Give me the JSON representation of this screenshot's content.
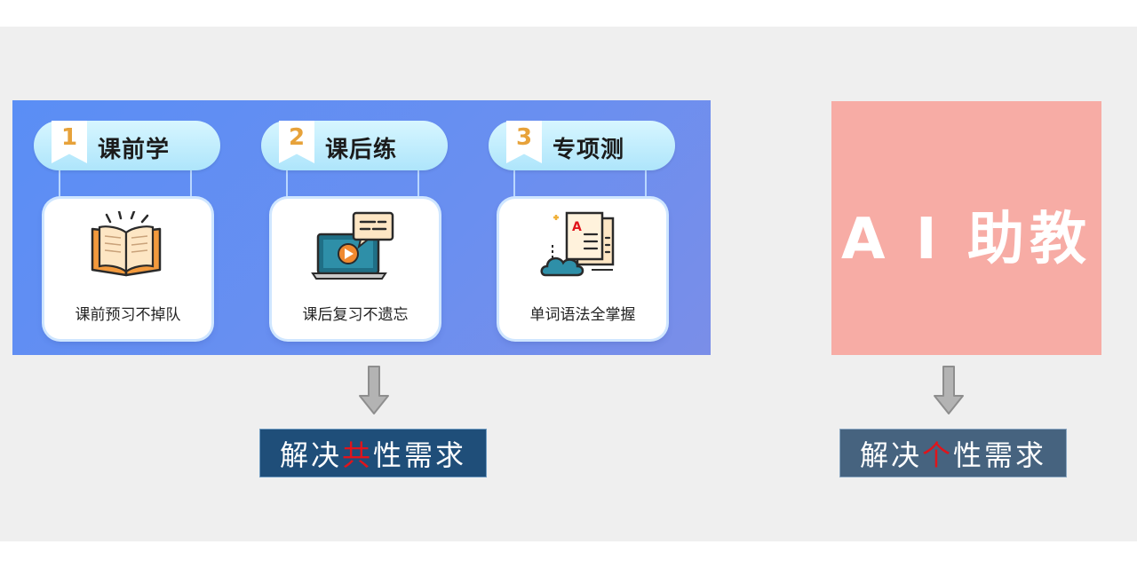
{
  "steps": [
    {
      "number": "1",
      "title": "课前学",
      "caption": "课前预习不掉队",
      "icon": "open-book-icon"
    },
    {
      "number": "2",
      "title": "课后练",
      "caption": "课后复习不遗忘",
      "icon": "video-lesson-icon"
    },
    {
      "number": "3",
      "title": "专项测",
      "caption": "单词语法全掌握",
      "icon": "document-cloud-icon"
    }
  ],
  "ai_box": {
    "label": "A I 助教"
  },
  "results": {
    "left": {
      "before": "解决",
      "highlight": "共",
      "after": "性需求"
    },
    "right": {
      "before": "解决",
      "highlight": "个",
      "after": "性需求"
    }
  },
  "colors": {
    "panel": "#5a8ef5",
    "ai_box": "#f7aca5",
    "highlight": "#e0141b",
    "result_left": "#1f4e79",
    "result_right": "#46637f",
    "badge_number": "#e7a23a"
  }
}
